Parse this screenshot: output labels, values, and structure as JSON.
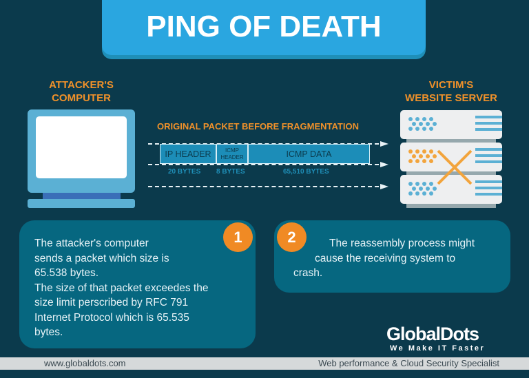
{
  "header": {
    "title": "PING OF DEATH"
  },
  "attacker": {
    "label_line1": "ATTACKER'S",
    "label_line2": "COMPUTER"
  },
  "victim": {
    "label_line1": "VICTIM'S",
    "label_line2": "WEBSITE SERVER"
  },
  "packet": {
    "title": "ORIGINAL PACKET BEFORE FRAGMENTATION",
    "segments": [
      {
        "label": "IP HEADER",
        "bytes": "20 BYTES"
      },
      {
        "label_line1": "ICMP",
        "label_line2": "HEADER",
        "bytes": "8 BYTES"
      },
      {
        "label": "ICMP DATA",
        "bytes": "65,510 BYTES"
      }
    ]
  },
  "steps": [
    {
      "number": "1",
      "text_lines": [
        "The attacker's computer",
        "sends a packet which size is",
        "65.538 bytes.",
        "The size of that packet exceedes the",
        "size limit perscribed by RFC 791",
        "Internet Protocol which is 65.535",
        "bytes."
      ]
    },
    {
      "number": "2",
      "text_lines": [
        "The reassembly process might",
        "cause the receiving system to",
        "crash."
      ]
    }
  ],
  "brand": {
    "name": "GlobalDots",
    "tagline": "We Make IT Faster"
  },
  "footer": {
    "left": "www.globaldots.com",
    "right": "Web performance & Cloud Security Specialist"
  },
  "colors": {
    "background": "#0b3a4c",
    "title_bg": "#2aa6e0",
    "accent_orange": "#f0912a",
    "card_bg": "#066780",
    "packet_bg": "#1c8db8"
  }
}
